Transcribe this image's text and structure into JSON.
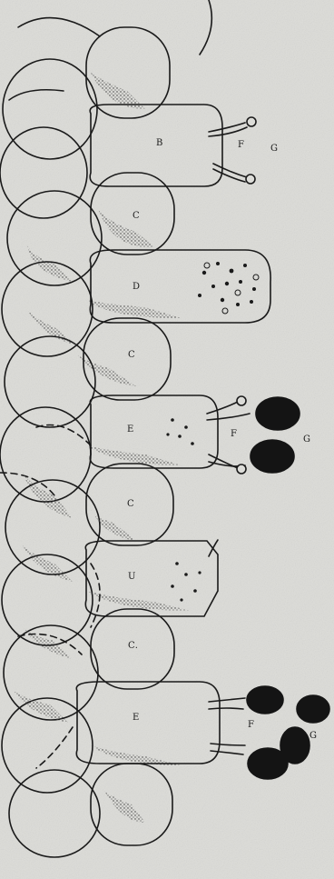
{
  "figure": {
    "labels": {
      "b": "B",
      "c": "C",
      "d": "D",
      "d_alt": "U",
      "e": "E",
      "f": "F",
      "g": "G",
      "c_dot": "C."
    }
  },
  "colors": {
    "paper": "#dcdcd8",
    "ink": "#1a1a1a",
    "spore": "#141414"
  }
}
